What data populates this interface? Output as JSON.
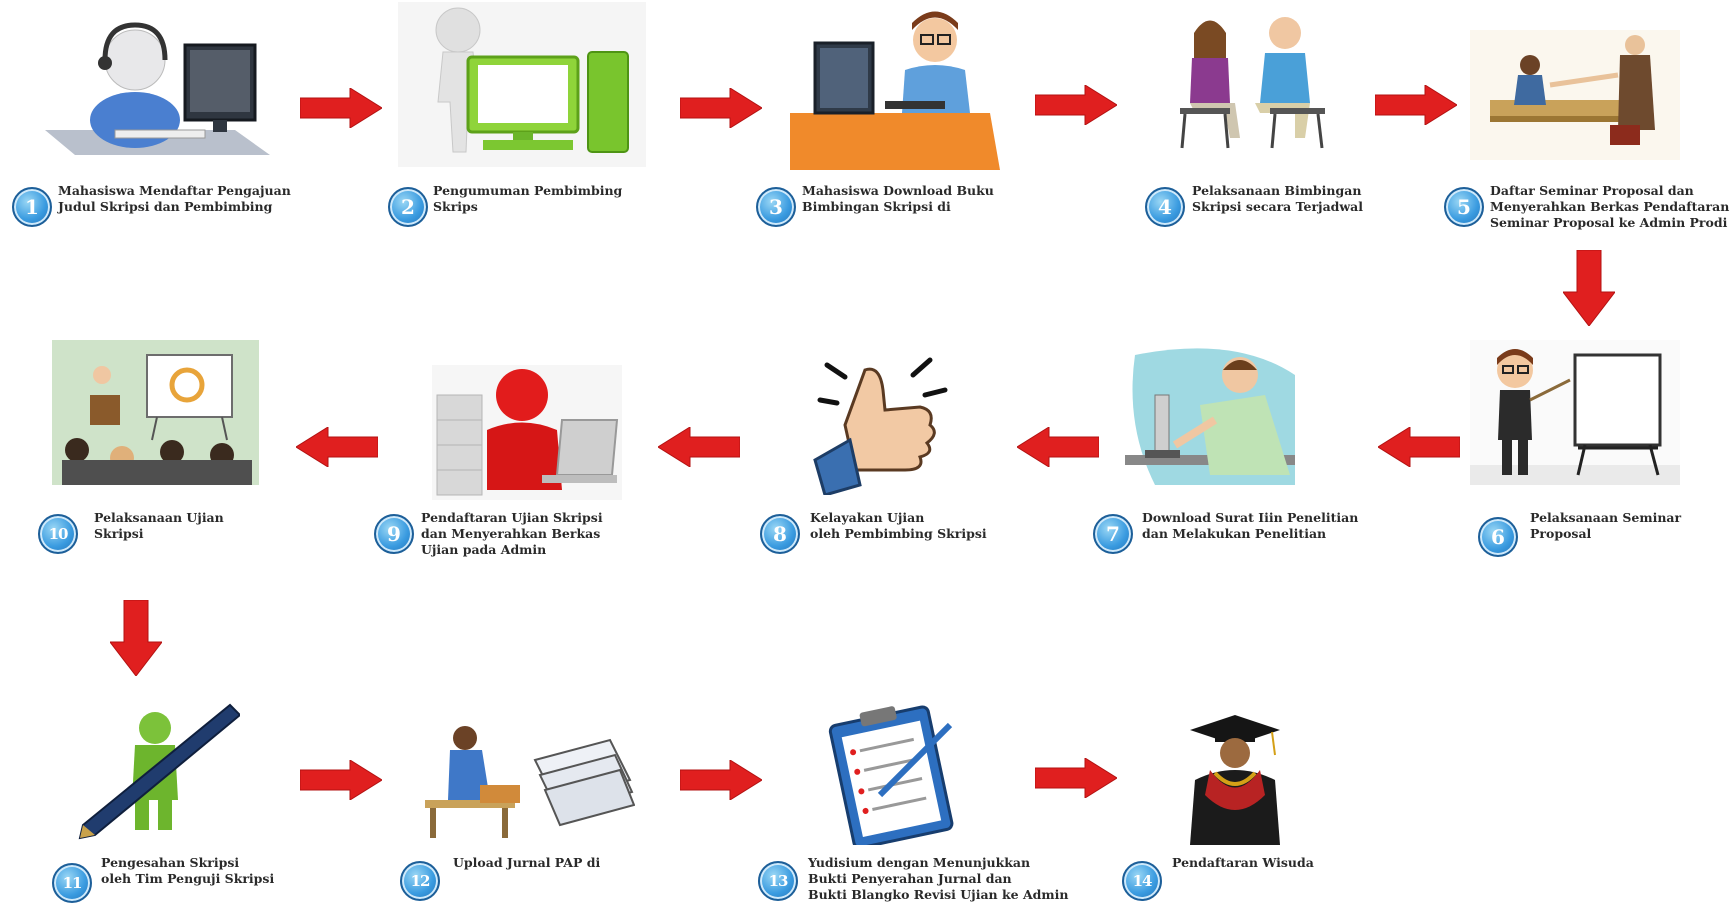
{
  "steps": [
    {
      "num": "1",
      "lines": [
        "Mahasiswa Mendaftar Pengajuan",
        "Judul Skripsi dan Pembimbing"
      ]
    },
    {
      "num": "2",
      "lines": [
        "Pengumuman Pembimbing",
        "Skrips"
      ]
    },
    {
      "num": "3",
      "lines": [
        "Mahasiswa Download Buku",
        "Bimbingan Skripsi di"
      ]
    },
    {
      "num": "4",
      "lines": [
        "Pelaksanaan Bimbingan",
        "Skripsi secara Terjadwal"
      ]
    },
    {
      "num": "5",
      "lines": [
        "Daftar Seminar Proposal dan",
        "Menyerahkan Berkas Pendaftaran",
        "Seminar Proposal ke Admin Prodi"
      ]
    },
    {
      "num": "6",
      "lines": [
        "Pelaksanaan Seminar",
        "Proposal"
      ]
    },
    {
      "num": "7",
      "lines": [
        "Download Surat Iiin Penelitian",
        "dan Melakukan Penelitian"
      ]
    },
    {
      "num": "8",
      "lines": [
        "Kelayakan Ujian",
        "oleh Pembimbing Skripsi"
      ]
    },
    {
      "num": "9",
      "lines": [
        "Pendaftaran Ujian Skripsi",
        "dan Menyerahkan Berkas",
        "Ujian pada Admin"
      ]
    },
    {
      "num": "10",
      "lines": [
        "Pelaksanaan Ujian",
        "Skripsi"
      ]
    },
    {
      "num": "11",
      "lines": [
        "Pengesahan Skripsi",
        "oleh Tim Penguji Skripsi"
      ]
    },
    {
      "num": "12",
      "lines": [
        "Upload Jurnal PAP di"
      ]
    },
    {
      "num": "13",
      "lines": [
        "Yudisium dengan Menunjukkan",
        "Bukti Penyerahan Jurnal dan",
        "Bukti Blangko Revisi Ujian ke Admin"
      ]
    },
    {
      "num": "14",
      "lines": [
        "Pendaftaran Wisuda"
      ]
    }
  ],
  "colors": {
    "arrow": "#e01f1f",
    "badge": "#3a9be0"
  }
}
